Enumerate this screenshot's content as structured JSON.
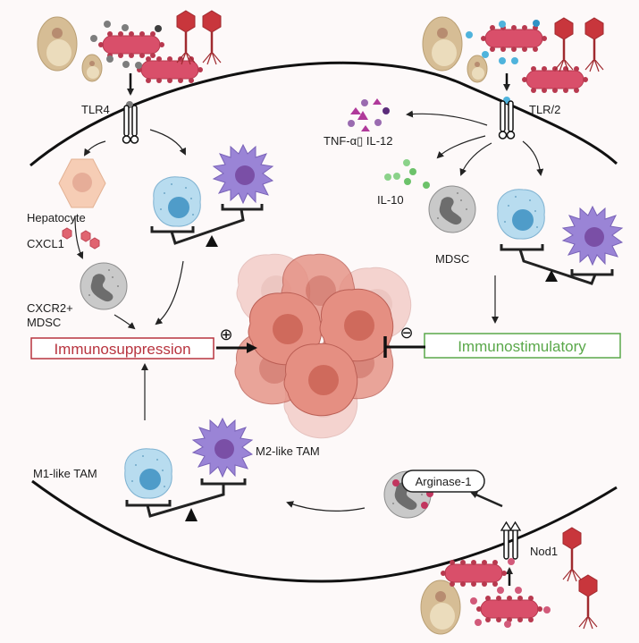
{
  "labels": {
    "tlr4": "TLR4",
    "tlr2": "TLR/2",
    "hepatocyte": "Hepatocyte",
    "cxcl1": "CXCL1",
    "cxcr2_line1": "CXCR2+",
    "cxcr2_line2": "MDSC",
    "tnf_il12": "TNF-α▯ IL-12",
    "il10": "IL-10",
    "mdsc": "MDSC",
    "m1_tam": "M1-like TAM",
    "m2_tam": "M2-like TAM",
    "arginase": "Arginase-1",
    "nod1": "Nod1",
    "plus_sign": "⊕",
    "minus_sign": "⊖"
  },
  "boxes": {
    "immunosuppression": "Immunosuppression",
    "immunostimulatory": "Immunostimulatory"
  },
  "colors": {
    "background": "#fdf9f9",
    "immunosuppression": "#b8343f",
    "immunostimulatory": "#5aa84a",
    "bacteria": "#d94f6a",
    "phage": "#c8363c",
    "tumor": "#e58f82",
    "m1_macrophage": "#b8dcef",
    "m2_macrophage": "#9a84d6",
    "mdsc": "#c9c9c9",
    "hepatocyte": "#f6cdb5",
    "yeast": "#d6bd95",
    "lps_particle": "#7d7d7d",
    "lta_particle": "#4fb3dc",
    "il10_particle": "#6cc26a",
    "tnf_particle": "#b0399a",
    "arginase_granule": "#c2365f"
  }
}
